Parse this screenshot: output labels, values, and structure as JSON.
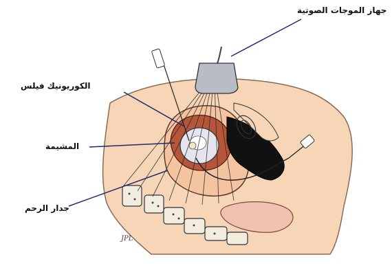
{
  "labels": {
    "ultrasound_device": "جهاز الموجات الصوتية",
    "chorionic_villus": "الكوريونيك فيلس",
    "placenta": "المشيمة",
    "uterine_wall": "جدار الرحم"
  },
  "signature": "JPL",
  "colors": {
    "skin": "#f6d6b6",
    "skin_outline": "#8a6a55",
    "uterus_inner": "#f4c4a0",
    "placenta": "#b5553a",
    "fetal_sac": "#e6e4ec",
    "dark_tissue": "#111111",
    "bowel": "#ece6d6",
    "transducer": "#b8bcc4",
    "leader_line": "#1f2a6e"
  }
}
